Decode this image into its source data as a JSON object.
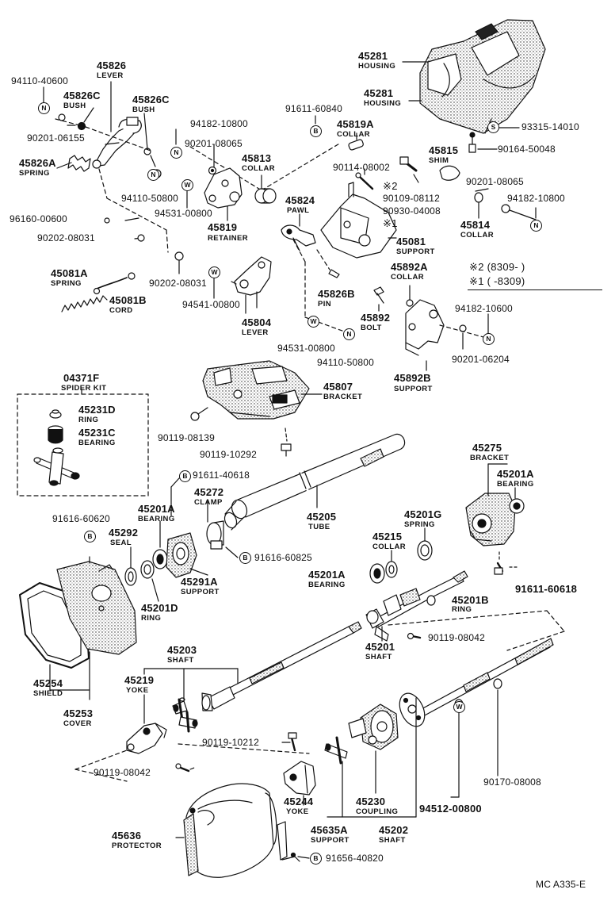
{
  "diagram_code": "MC A335-E",
  "notes": {
    "note2": "※2 (8309-        )",
    "note1": "※1 (        -8309)",
    "mark1": "※1",
    "mark2": "※2"
  },
  "symbols": {
    "n": "N",
    "w": "W",
    "b": "B",
    "s": "S"
  },
  "parts": {
    "p45281a": {
      "num": "45281",
      "name": "HOUSING"
    },
    "p45281b": {
      "num": "45281",
      "name": "HOUSING"
    },
    "p93315": {
      "num": "93315-14010"
    },
    "p90164": {
      "num": "90164-50048"
    },
    "p45826": {
      "num": "45826",
      "name": "LEVER"
    },
    "p94110_40600": {
      "num": "94110-40600"
    },
    "p45826c_a": {
      "num": "45826C",
      "name": "BUSH"
    },
    "p45826c_b": {
      "num": "45826C",
      "name": "BUSH"
    },
    "p90201_06155": {
      "num": "90201-06155"
    },
    "p45826a": {
      "num": "45826A",
      "name": "SPRING"
    },
    "p94182_10800a": {
      "num": "94182-10800"
    },
    "p90201_08065a": {
      "num": "90201-08065"
    },
    "p91611_60840": {
      "num": "91611-60840"
    },
    "p45819a": {
      "num": "45819A",
      "name": "COLLAR"
    },
    "p45815": {
      "num": "45815",
      "name": "SHIM"
    },
    "p45813": {
      "num": "45813",
      "name": "COLLAR"
    },
    "p94110_50800a": {
      "num": "94110-50800"
    },
    "p94531_00800a": {
      "num": "94531-00800"
    },
    "p45819": {
      "num": "45819",
      "name": "RETAINER"
    },
    "p90114": {
      "num": "90114-08002"
    },
    "p90109": {
      "num": "90109-08112"
    },
    "p90930": {
      "num": "90930-04008"
    },
    "p90201_08065b": {
      "num": "90201-08065"
    },
    "p94182_10800b": {
      "num": "94182-10800"
    },
    "p45814": {
      "num": "45814",
      "name": "COLLAR"
    },
    "p45824": {
      "num": "45824",
      "name": "PAWL"
    },
    "p96160": {
      "num": "96160-00600"
    },
    "p90202_08031a": {
      "num": "90202-08031"
    },
    "p90202_08031b": {
      "num": "90202-08031"
    },
    "p45081": {
      "num": "45081",
      "name": "SUPPORT"
    },
    "p45892a": {
      "num": "45892A",
      "name": "COLLAR"
    },
    "p45081a": {
      "num": "45081A",
      "name": "SPRING"
    },
    "p45081b": {
      "num": "45081B",
      "name": "CORD"
    },
    "p94541": {
      "num": "94541-00800"
    },
    "p45804": {
      "num": "45804",
      "name": "LEVER"
    },
    "p45826b": {
      "num": "45826B",
      "name": "PIN"
    },
    "p45892": {
      "num": "45892",
      "name": "BOLT"
    },
    "p94182_10600": {
      "num": "94182-10600"
    },
    "p90201_06204": {
      "num": "90201-06204"
    },
    "p94531_00800b": {
      "num": "94531-00800"
    },
    "p94110_50800b": {
      "num": "94110-50800"
    },
    "p45892b": {
      "num": "45892B",
      "name": "SUPPORT"
    },
    "p04371f": {
      "num": "04371F",
      "name": "SPIDER KIT"
    },
    "p45231d": {
      "num": "45231D",
      "name": "RING"
    },
    "p45231c": {
      "num": "45231C",
      "name": "BEARING"
    },
    "p45807": {
      "num": "45807",
      "name": "BRACKET"
    },
    "p90119_08139": {
      "num": "90119-08139"
    },
    "p90119_10292": {
      "num": "90119-10292"
    },
    "p91611_40618": {
      "num": "91611-40618"
    },
    "p45272": {
      "num": "45272",
      "name": "CLAMP"
    },
    "p45201a_a": {
      "num": "45201A",
      "name": "BEARING"
    },
    "p45205": {
      "num": "45205",
      "name": "TUBE"
    },
    "p45275": {
      "num": "45275",
      "name": "BRACKET"
    },
    "p45201a_b": {
      "num": "45201A",
      "name": "BEARING"
    },
    "p91616_60620": {
      "num": "91616-60620"
    },
    "p45292": {
      "num": "45292",
      "name": "SEAL"
    },
    "p91616_60825": {
      "num": "91616-60825"
    },
    "p45291a": {
      "num": "45291A",
      "name": "SUPPORT"
    },
    "p45201g": {
      "num": "45201G",
      "name": "SPRING"
    },
    "p45215": {
      "num": "45215",
      "name": "COLLAR"
    },
    "p45201a_c": {
      "num": "45201A",
      "name": "BEARING"
    },
    "p91611_60618": {
      "num": "91611-60618"
    },
    "p45201b": {
      "num": "45201B",
      "name": "RING"
    },
    "p45201d": {
      "num": "45201D",
      "name": "RING"
    },
    "p45201": {
      "num": "45201",
      "name": "SHAFT"
    },
    "p90119_08042a": {
      "num": "90119-08042"
    },
    "p45203": {
      "num": "45203",
      "name": "SHAFT"
    },
    "p45219": {
      "num": "45219",
      "name": "YOKE"
    },
    "p45254": {
      "num": "45254",
      "name": "SHIELD"
    },
    "p45253": {
      "num": "45253",
      "name": "COVER"
    },
    "p90119_10212": {
      "num": "90119-10212"
    },
    "p90119_08042b": {
      "num": "90119-08042"
    },
    "p45244": {
      "num": "45244",
      "name": "YOKE"
    },
    "p45230": {
      "num": "45230",
      "name": "COUPLING"
    },
    "p94512": {
      "num": "94512-00800"
    },
    "p90170": {
      "num": "90170-08008"
    },
    "p45636": {
      "num": "45636",
      "name": "PROTECTOR"
    },
    "p45635a": {
      "num": "45635A",
      "name": "SUPPORT"
    },
    "p45202": {
      "num": "45202",
      "name": "SHAFT"
    },
    "p91656": {
      "num": "91656-40820"
    }
  }
}
